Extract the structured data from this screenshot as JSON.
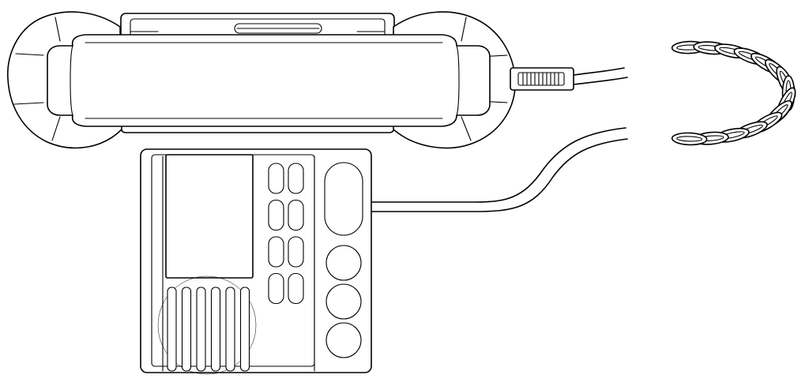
{
  "colors": {
    "line": "#000000",
    "background": "#ffffff"
  },
  "parts": {
    "handset": {
      "icon": "handset-icon"
    },
    "cord": {
      "icon": "coiled-cord-icon",
      "coils": 15
    },
    "radio_unit": {
      "icon": "radio-base-icon",
      "small_keys": 8,
      "large_keys": 4,
      "speaker_slots": 6
    }
  }
}
